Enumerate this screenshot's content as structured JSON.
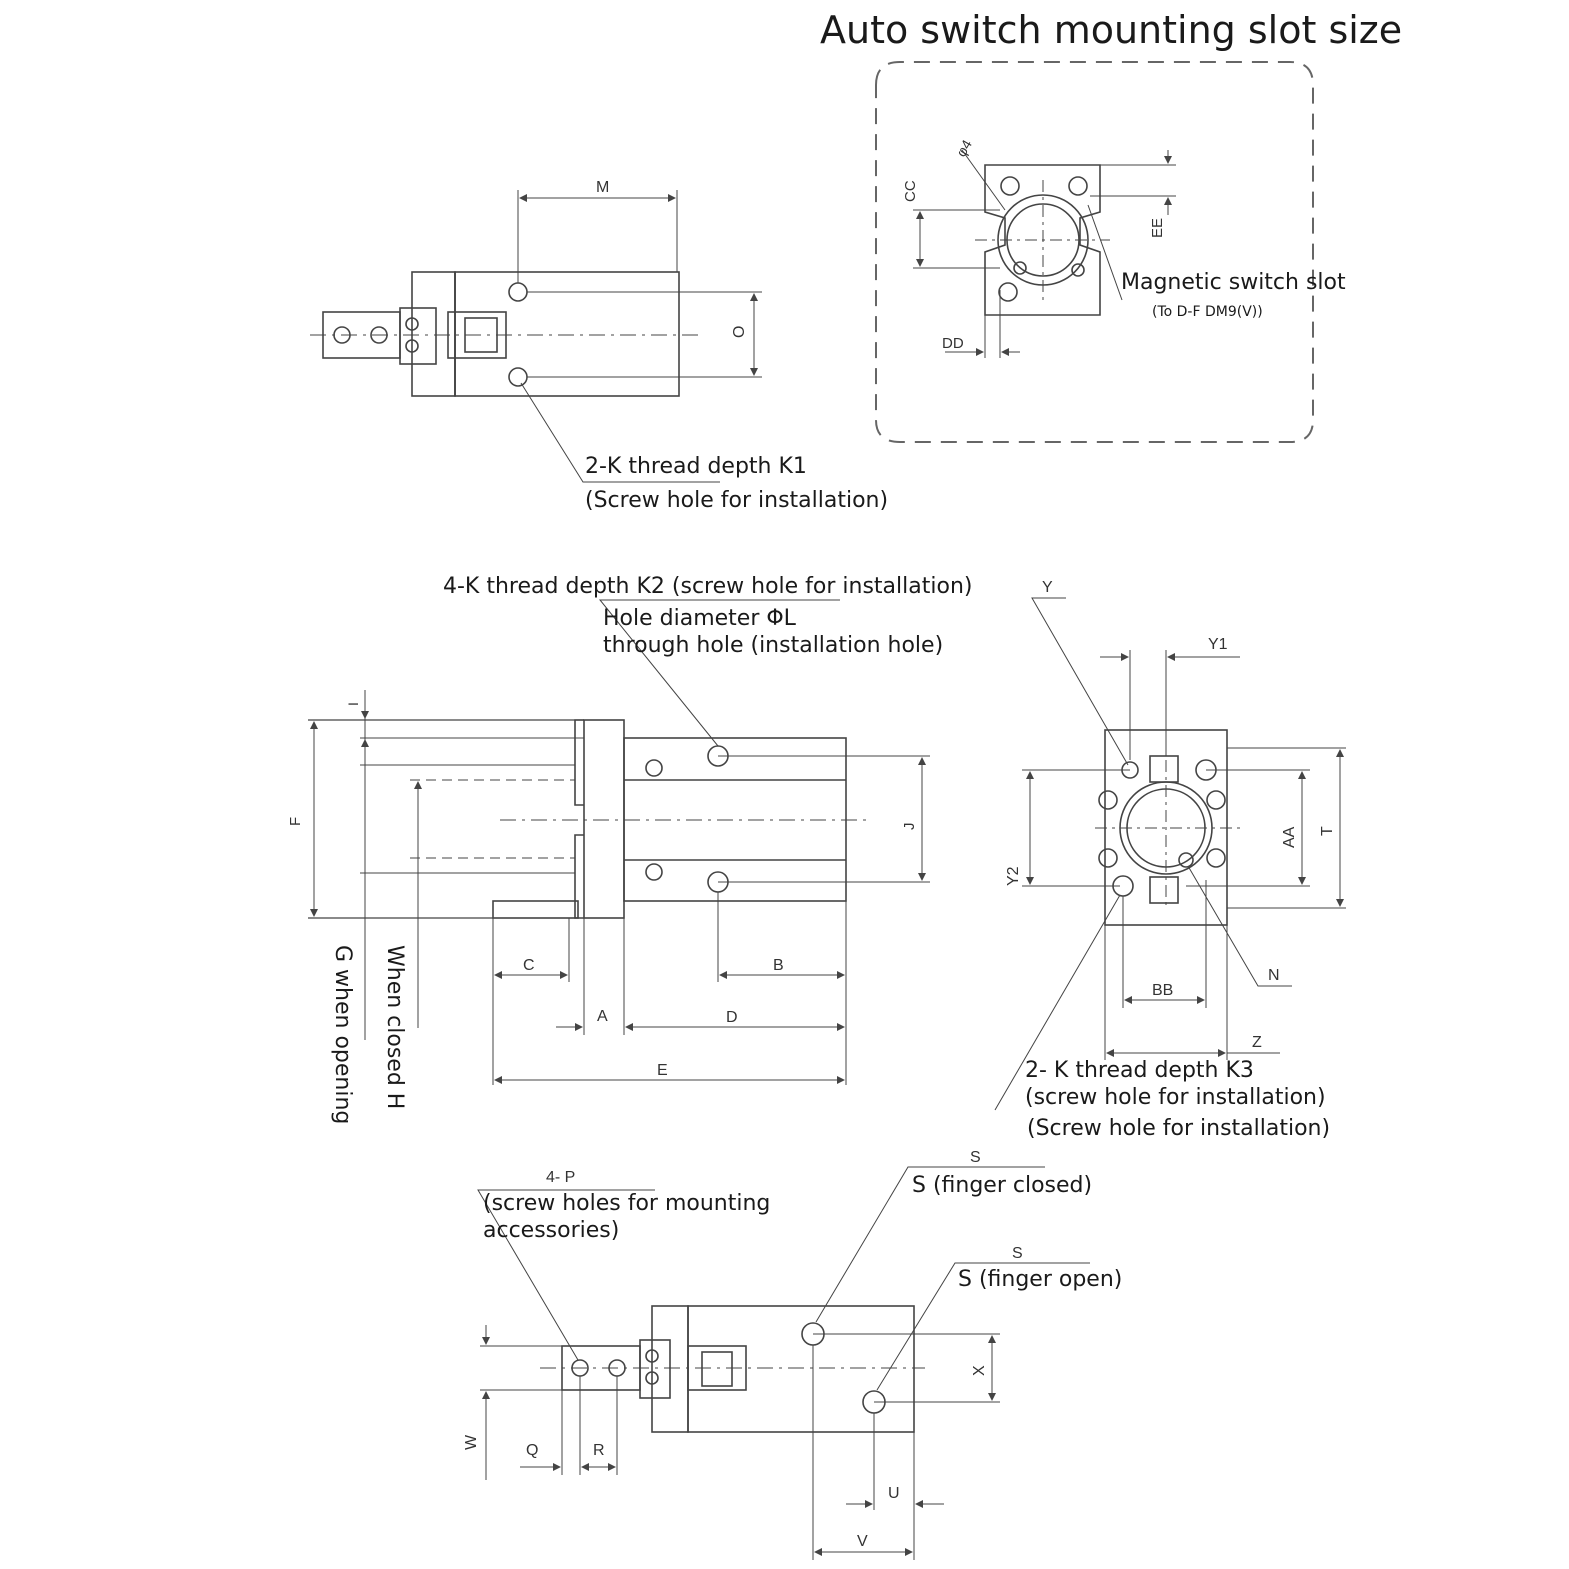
{
  "title": "Auto switch mounting slot size",
  "captions": {
    "k1_line1": "2-K thread depth K1",
    "k1_line2": "(Screw hole for installation)",
    "k2_line1": "4-K thread depth K2 (screw hole for installation)",
    "k2_line2": "Hole diameter ΦL",
    "k2_line3": "through hole (installation hole)",
    "mag_slot": "Magnetic switch slot",
    "mag_note": "(To D-F DM9(V))",
    "k3_line1": "2- K thread depth K3",
    "k3_line2": "(screw hole for installation)",
    "k3_line3": "(Screw hole for installation)",
    "p_line1": "(screw holes for mounting",
    "p_line2": "accessories)",
    "s_closed": "S (finger closed)",
    "s_open": "S (finger open)",
    "when_closed": "When closed H",
    "g_opening": "G when opening"
  },
  "dims": {
    "M": "M",
    "O": "O",
    "CC": "CC",
    "EE": "EE",
    "DD": "DD",
    "phi4": "φ4",
    "I": "I",
    "F": "F",
    "J": "J",
    "C": "C",
    "B": "B",
    "A": "A",
    "D": "D",
    "E": "E",
    "Y": "Y",
    "Y1": "Y1",
    "Y2": "Y2",
    "AA": "AA",
    "T": "T",
    "N": "N",
    "BB": "BB",
    "Z": "Z",
    "P4": "4- P",
    "S1": "S",
    "S2": "S",
    "X": "X",
    "W": "W",
    "Q": "Q",
    "R": "R",
    "U": "U",
    "V": "V"
  }
}
